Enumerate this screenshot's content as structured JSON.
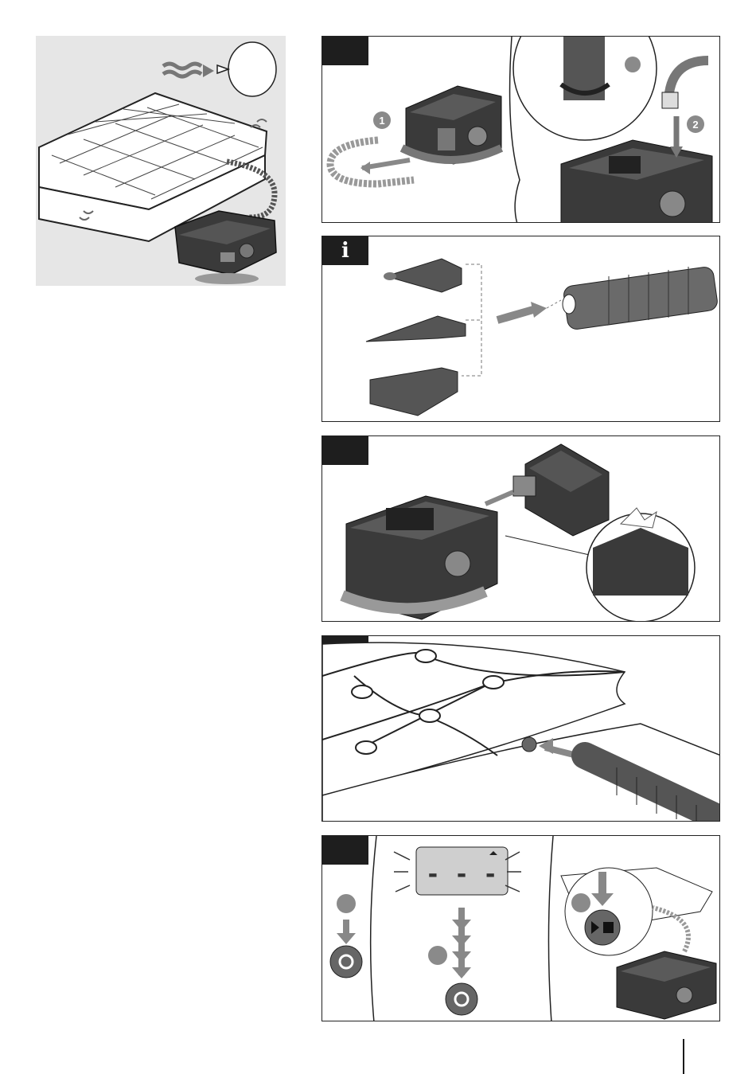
{
  "figures": {
    "panel1": {
      "steps": [
        "1",
        "2"
      ]
    },
    "panel2": {
      "badge": "i"
    },
    "panel6": {
      "display": "- - -"
    }
  },
  "colors": {
    "device_body": "#3a3a3a",
    "accent_gray": "#8a8a8a",
    "overview_bg": "#e6e6e6",
    "lcd": "#cfcfcf"
  }
}
